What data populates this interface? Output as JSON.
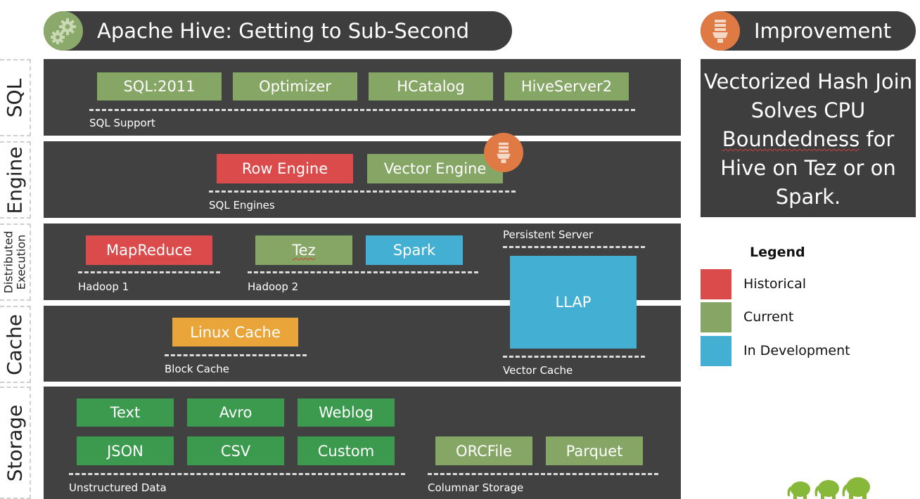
{
  "header": {
    "title": "Apache Hive: Getting to Sub-Second",
    "icon": "gears-icon"
  },
  "improvement": {
    "title": "Improvement",
    "icon": "lightbulb-icon",
    "text_before": "Vectorized Hash Join Solves CPU ",
    "text_squiggle": "Boundedness",
    "text_after": " for Hive on Tez or on Spark."
  },
  "rows": {
    "sql": {
      "label": "SQL",
      "items": [
        "SQL:2011",
        "Optimizer",
        "HCatalog",
        "HiveServer2"
      ],
      "caption": "SQL Support"
    },
    "engine": {
      "label": "Engine",
      "items": [
        "Row Engine",
        "Vector Engine"
      ],
      "caption": "SQL Engines"
    },
    "distributed": {
      "label_line1": "Distributed",
      "label_line2": "Execution",
      "items": [
        "MapReduce",
        "Tez",
        "Spark"
      ],
      "caption_hadoop1": "Hadoop 1",
      "caption_hadoop2": "Hadoop 2",
      "caption_persistent": "Persistent Server"
    },
    "cache": {
      "label": "Cache",
      "items": [
        "Linux Cache"
      ],
      "caption_block": "Block Cache",
      "caption_vector": "Vector Cache"
    },
    "llap": {
      "label": "LLAP"
    },
    "storage": {
      "label": "Storage",
      "unstructured": [
        "Text",
        "Avro",
        "Weblog",
        "JSON",
        "CSV",
        "Custom"
      ],
      "columnar": [
        "ORCFile",
        "Parquet"
      ],
      "caption_unstructured": "Unstructured Data",
      "caption_columnar": "Columnar Storage"
    }
  },
  "legend": {
    "title": "Legend",
    "items": [
      {
        "label": "Historical",
        "color": "#dc4b4c"
      },
      {
        "label": "Current",
        "color": "#86a665"
      },
      {
        "label": "In Development",
        "color": "#43b0d3"
      }
    ]
  },
  "logo": {
    "name": "hortonworks-elephants-logo"
  }
}
